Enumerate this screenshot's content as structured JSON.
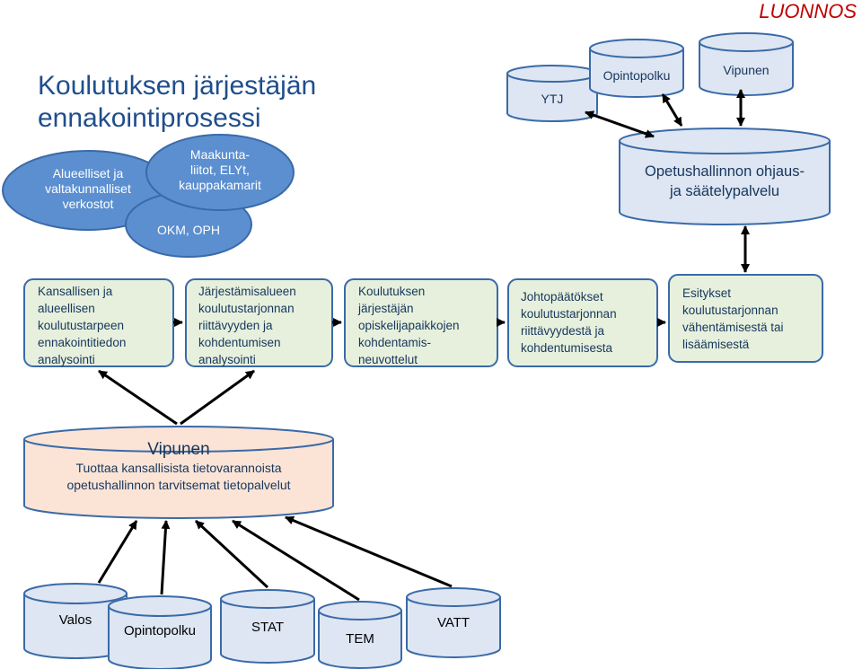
{
  "draft_label": "LUONNOS",
  "title": {
    "line1": "Koulutuksen järjestäjän",
    "line2": "ennakointiprosessi"
  },
  "networks": {
    "regional": [
      "Alueelliset ja",
      "valtakunnalliset",
      "verkostot"
    ],
    "regions_offices": [
      "Maakunta-",
      "liitot, ELYt,",
      "kauppakamarit"
    ],
    "ministry": "OKM, OPH"
  },
  "top_databases": {
    "ytj": "YTJ",
    "opintopolku": "Opintopolku",
    "vipunen": "Vipunen",
    "ohjaus": [
      "Opetushallinnon ohjaus-",
      "ja säätelypalvelu"
    ]
  },
  "process_steps": [
    {
      "lines": [
        "Kansallisen ja",
        "alueellisen",
        "koulutustarpeen",
        "ennakointitiedon",
        "analysointi"
      ]
    },
    {
      "lines": [
        "Järjestämisalueen",
        "koulutustarjonnan",
        "riittävyyden ja",
        "kohdentumisen",
        "analysointi"
      ]
    },
    {
      "lines": [
        "Koulutuksen",
        "järjestäjän",
        "opiskelijapaikkojen",
        "kohdentamis-",
        "neuvottelut"
      ]
    },
    {
      "lines": [
        "Johtopäätökset",
        "koulutustarjonnan",
        "riittävyydestä ja",
        "kohdentumisesta"
      ]
    },
    {
      "lines": [
        "Esitykset",
        "koulutustarjonnan",
        "vähentämisestä tai",
        "lisäämisestä"
      ]
    }
  ],
  "vipunen_main": {
    "name": "Vipunen",
    "line1": "Tuottaa kansallisista tietovarannoista",
    "line2": "opetushallinnon tarvitsemat tietopalvelut"
  },
  "source_databases": [
    "Valos",
    "Opintopolku",
    "STAT",
    "TEM",
    "VATT"
  ],
  "colors": {
    "blue_fill": "#5b8fd0",
    "blue_stroke": "#3a6aa8",
    "db_fill": "#dde6f2",
    "db_stroke": "#3a6aa8",
    "step_fill": "#e6f0dc",
    "step_stroke": "#3a6aa8",
    "vipunen_fill": "#fbe4d6",
    "draft_red": "#c00000",
    "title_blue": "#1f4e8c"
  }
}
